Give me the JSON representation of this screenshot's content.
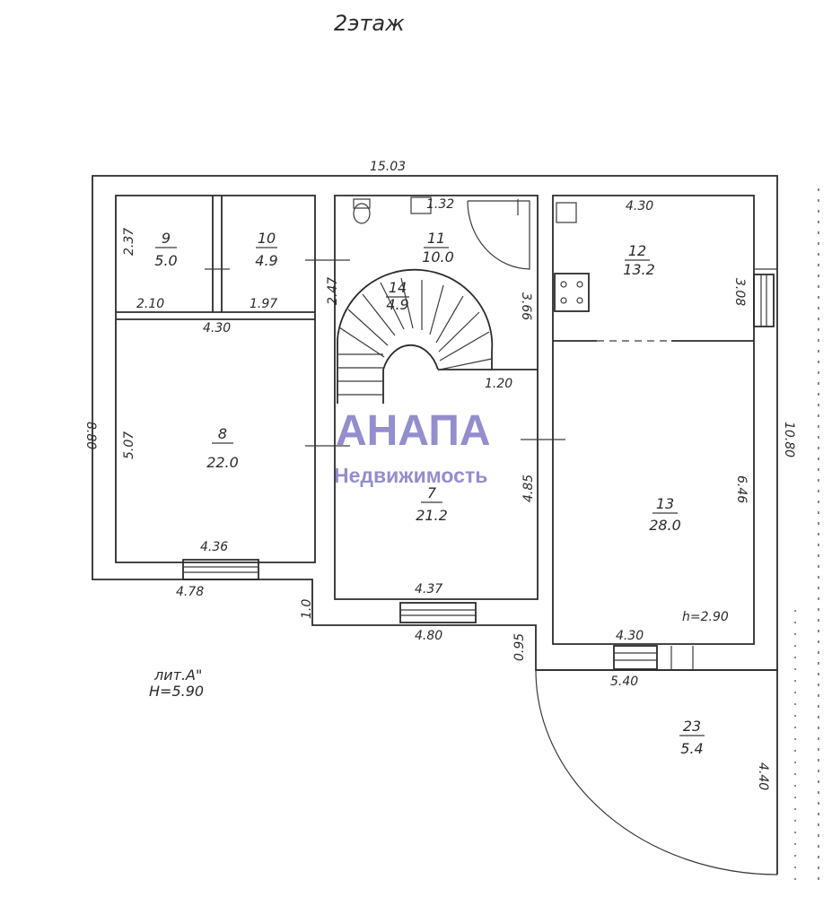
{
  "floor_title": "2этаж",
  "building": {
    "label": "лит.А\"",
    "height": "H=5.90"
  },
  "watermark": {
    "line1": "АНАПА",
    "line2": "Недвижимость",
    "color": "#6a63b8"
  },
  "rooms": [
    {
      "id": "9",
      "number": "9",
      "area": "5.0"
    },
    {
      "id": "10",
      "number": "10",
      "area": "4.9"
    },
    {
      "id": "11",
      "number": "11",
      "area": "10.0"
    },
    {
      "id": "12",
      "number": "12",
      "area": "13.2"
    },
    {
      "id": "14",
      "number": "14",
      "area": "4.9"
    },
    {
      "id": "8",
      "number": "8",
      "area": "22.0"
    },
    {
      "id": "7",
      "number": "7",
      "area": "21.2"
    },
    {
      "id": "13",
      "number": "13",
      "area": "28.0"
    },
    {
      "id": "23",
      "number": "23",
      "area": "5.4"
    }
  ],
  "dimensions": {
    "overall_width": "15.03",
    "overall_height_left": "8.80",
    "overall_height_right": "10.80",
    "r9_height": "2.37",
    "r9_width": "2.10",
    "r10_width": "1.97",
    "r11_width": "1.32",
    "r11_height": "2.47",
    "r11_right": "3.66",
    "r12_width": "4.30",
    "r12_height": "3.08",
    "hall_width": "4.30",
    "r8_height": "5.07",
    "r8_width": "4.36",
    "left_outer": "4.78",
    "stair_width": "1.20",
    "r7_height": "4.85",
    "r7_width": "4.37",
    "step_1": "1.0",
    "bottom_mid": "4.80",
    "step_095": "0.95",
    "r13_height": "6.46",
    "r13_width": "4.30",
    "ceiling_h": "h=2.90",
    "r23_width": "5.40",
    "r23_height": "4.40"
  }
}
